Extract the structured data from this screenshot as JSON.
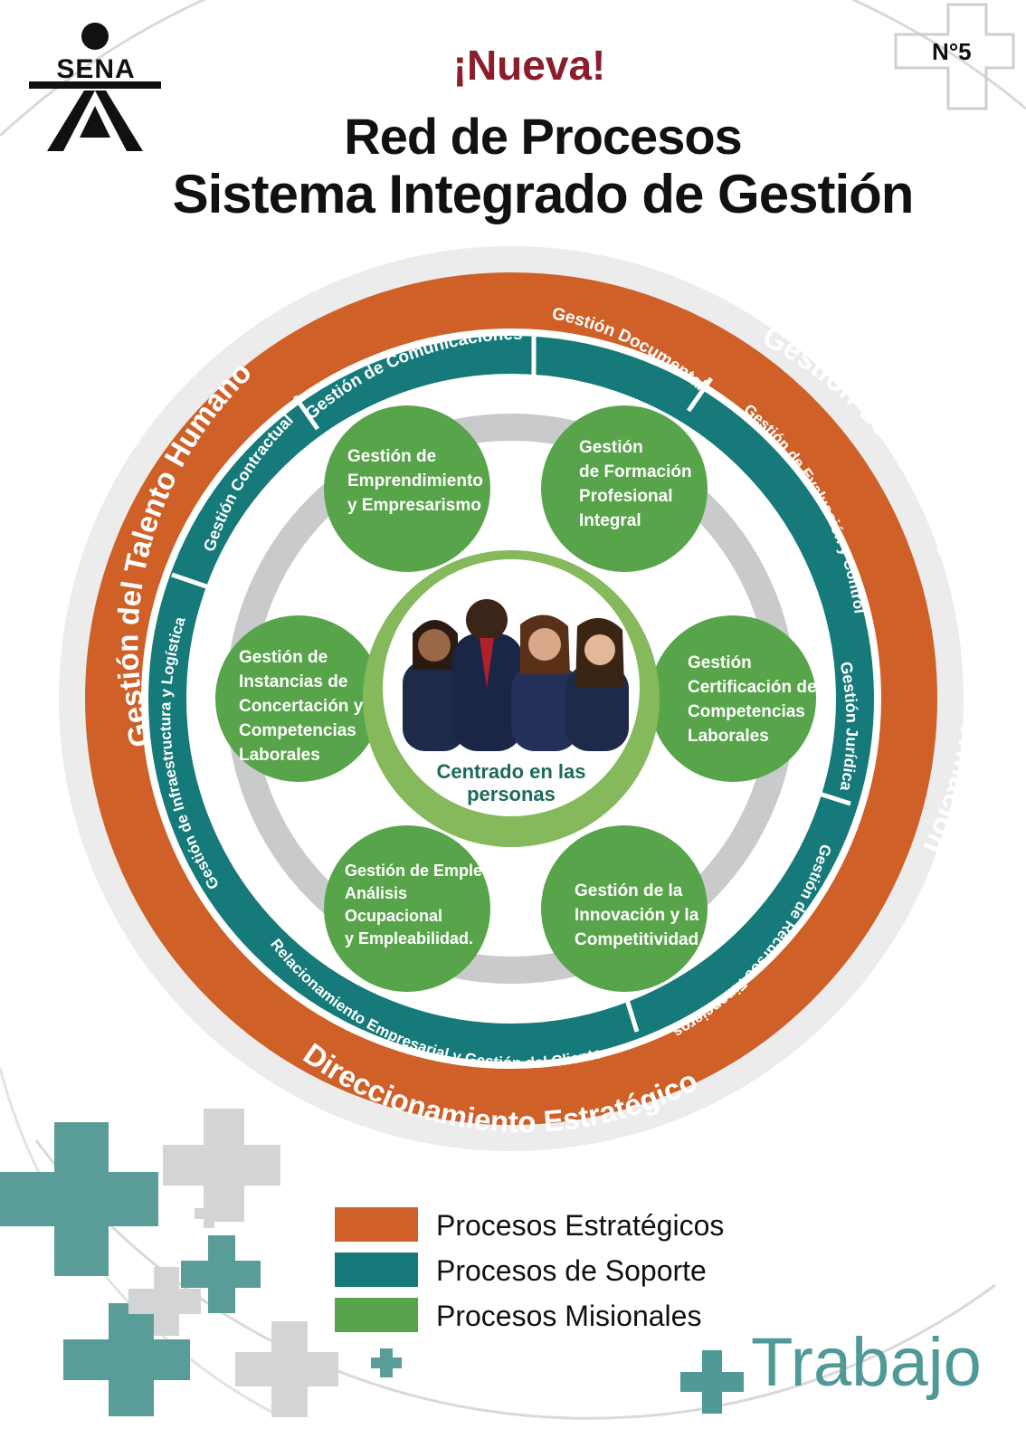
{
  "header": {
    "logo_text": "SENA",
    "issue": "N°5",
    "kicker": "¡Nueva!",
    "title_line1": "Red de Procesos",
    "title_line2": "Sistema Integrado de Gestión"
  },
  "colors": {
    "strategic": "#cf6028",
    "support": "#157a79",
    "missional": "#57a44a",
    "missional_ring": "#86b85c",
    "grey_ring": "#c9cacc",
    "title_red": "#8b1d2c",
    "brand_teal": "#4f9a96"
  },
  "diagram": {
    "strategic": [
      "Gestión del Talento Humano",
      "Gestión de Tecnologías de la Información",
      "Direccionamiento Estratégico"
    ],
    "support": [
      "Gestión de Comunicaciones",
      "Gestión Documental",
      "Gestión de Evaluación y Control",
      "Gestión Jurídica",
      "Gestión de Recursos Financieros",
      "Relacionamiento Empresarial y Gestión del Cliente",
      "Gestión de Infraestructura y Logística",
      "Gestión Contractual"
    ],
    "missional": [
      [
        "Gestión de",
        "Emprendimiento",
        "y Empresarismo"
      ],
      [
        "Gestión",
        "de Formación",
        "Profesional",
        "Integral"
      ],
      [
        "Gestión",
        "Certificación de",
        "Competencias",
        "Laborales"
      ],
      [
        "Gestión de la",
        "Innovación y la",
        "Competitividad"
      ],
      [
        "Gestión de Empleo,",
        "Análisis",
        "Ocupacional",
        "y Empleabilidad."
      ],
      [
        "Gestión de",
        "Instancias de",
        "Concertación y",
        "Competencias",
        "Laborales"
      ]
    ],
    "center": [
      "Centrado en las",
      "personas"
    ]
  },
  "legend": [
    {
      "label": "Procesos Estratégicos",
      "color": "#cf6028"
    },
    {
      "label": "Procesos de Soporte",
      "color": "#157a79"
    },
    {
      "label": "Procesos Misionales",
      "color": "#57a44a"
    }
  ],
  "brand": {
    "symbol": "+",
    "text": "Trabajo"
  }
}
